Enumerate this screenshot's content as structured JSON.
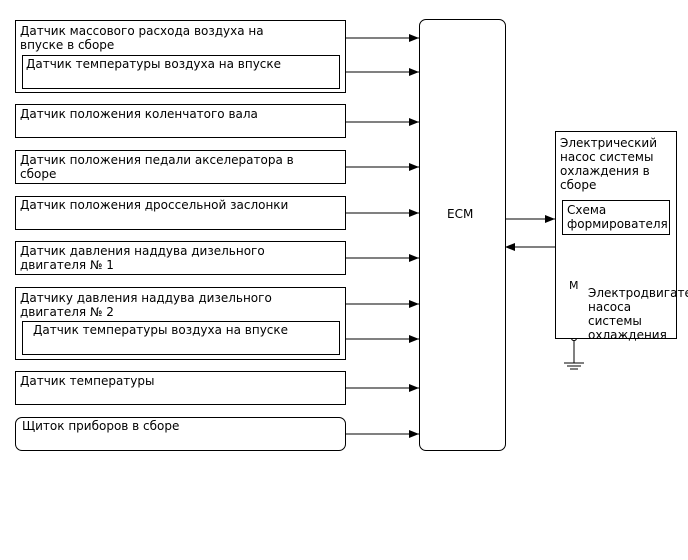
{
  "inputs": {
    "maf_sensor": "Датчик массового расхода воздуха на\nвпуске в сборе",
    "intake_temp_1": "Датчик температуры воздуха на впуске",
    "crank_sensor": "Датчик положения коленчатого вала",
    "pedal_sensor": "Датчик положения педали акселератора в\nсборе",
    "throttle_sensor": "Датчик положения дроссельной заслонки",
    "boost_sensor_1": "Датчик давления наддува дизельного\nдвигателя № 1",
    "boost_sensor_2": "Датчику давления наддува дизельного\nдвигателя № 2",
    "intake_temp_2": "Датчик температуры воздуха на впуске",
    "temp_sensor": "Датчик температуры",
    "instrument_cluster": "Щиток приборов в сборе"
  },
  "ecm": {
    "label": "ECM"
  },
  "pump": {
    "title": "Электрический\nнасос системы\nохлаждения в\nсборе",
    "driver": "Схема\nформирователя",
    "motor_symbol": "M",
    "motor_label": "Электродвигатель\nнасоса\nсистемы\nохлаждения"
  }
}
